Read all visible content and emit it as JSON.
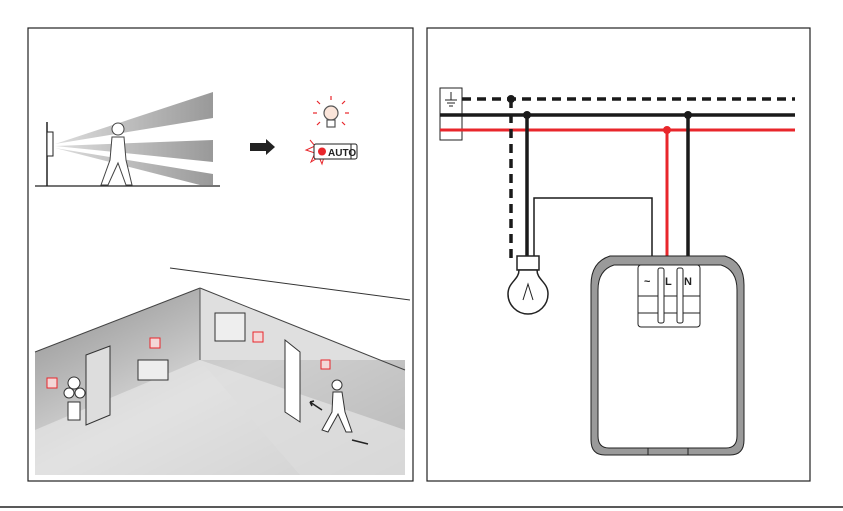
{
  "left_panel": {
    "status_label": "AUTO"
  },
  "right_panel": {
    "terminals": [
      "~",
      "L",
      "N"
    ]
  },
  "colors": {
    "live": "#e8262b",
    "wire": "#1a1a1a",
    "gray": "#9a9a9a"
  }
}
